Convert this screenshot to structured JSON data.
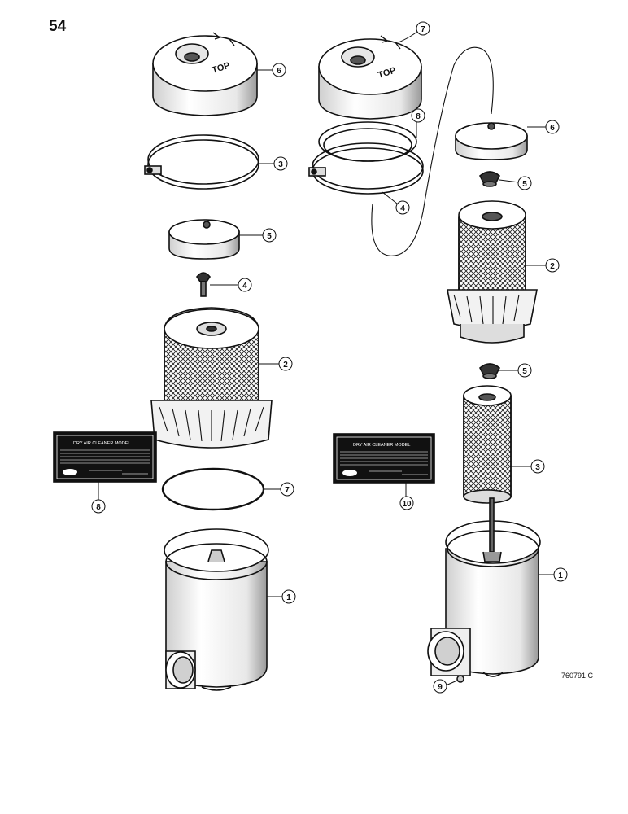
{
  "page_number": "54",
  "figure_code": "760791 C",
  "left_assembly": {
    "callouts": [
      "6",
      "3",
      "5",
      "4",
      "2",
      "7",
      "8",
      "1"
    ],
    "cover_marking": "TOP"
  },
  "right_assembly": {
    "callouts": [
      "7",
      "8",
      "4",
      "6",
      "5",
      "2",
      "5",
      "3",
      "10",
      "1",
      "9"
    ],
    "cover_marking": "TOP"
  },
  "decals": [
    {
      "heading": "DRY AIR CLEANER MODEL"
    },
    {
      "heading": "DRY AIR CLEANER MODEL"
    }
  ],
  "colors": {
    "ink": "#111111",
    "paper": "#ffffff",
    "shade": "#d8d8d8"
  }
}
